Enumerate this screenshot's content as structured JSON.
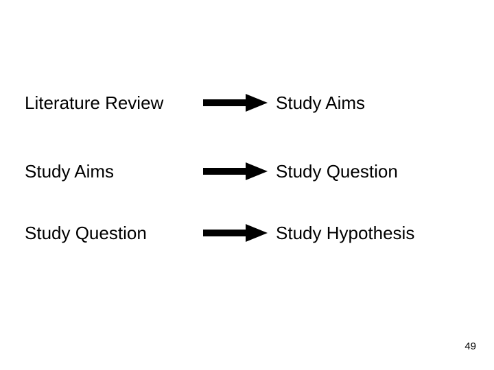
{
  "slide": {
    "page_number": "49",
    "arrow_color": "#000000",
    "text_color": "#000000",
    "background_color": "#ffffff",
    "rows": [
      {
        "from": "Literature Review",
        "arrow": "right-arrow-icon",
        "to": "Study Aims"
      },
      {
        "from": "Study Aims",
        "arrow": "right-arrow-icon",
        "to": "Study Question"
      },
      {
        "from": "Study Question",
        "arrow": "right-arrow-icon",
        "to": "Study Hypothesis"
      }
    ]
  }
}
